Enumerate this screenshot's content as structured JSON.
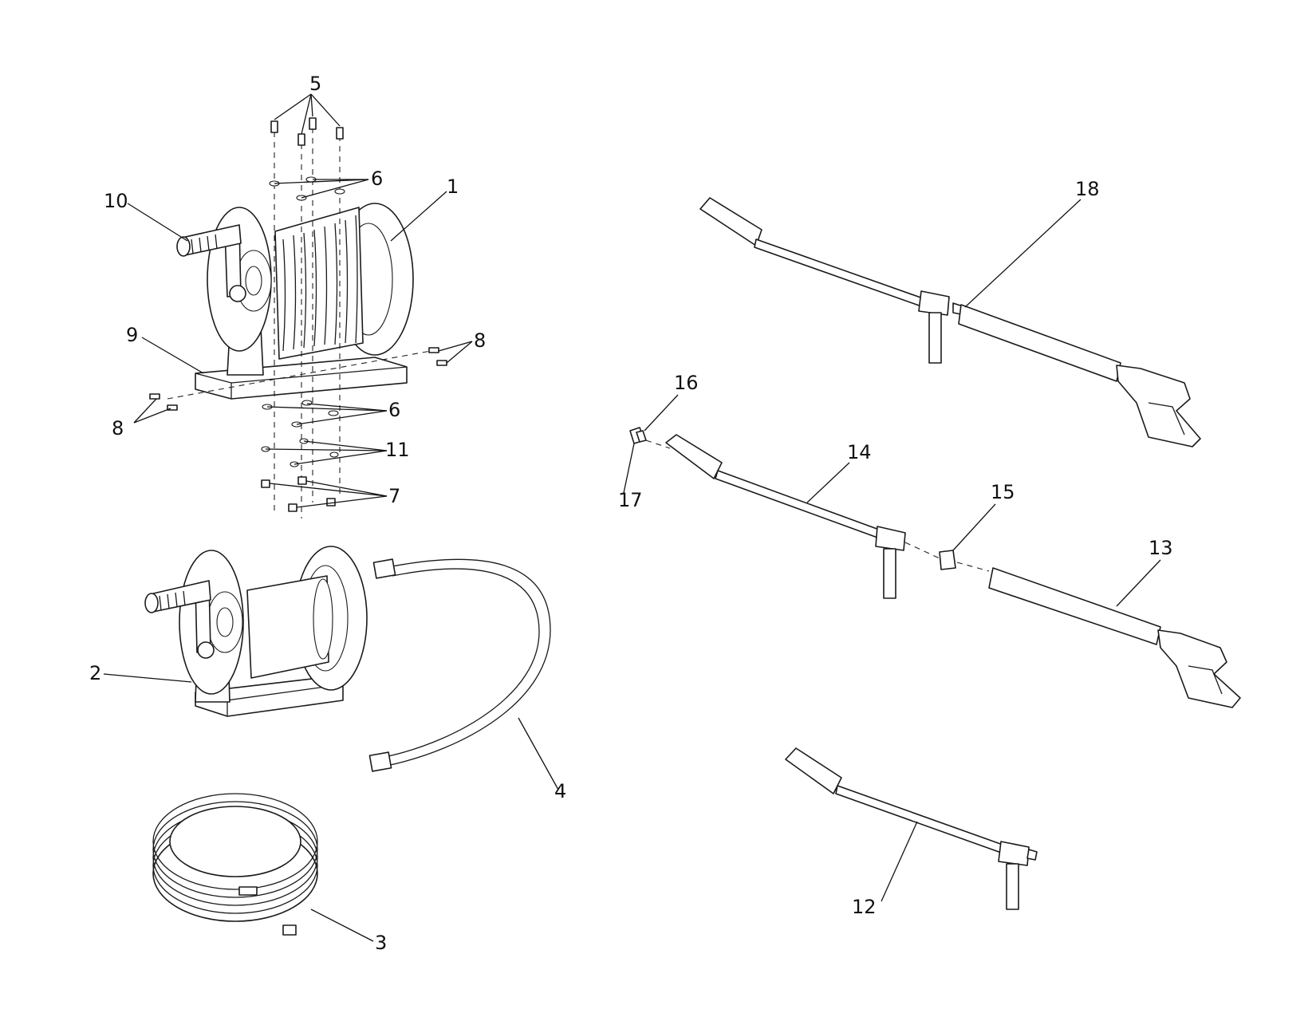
{
  "callouts": {
    "c1": "1",
    "c2": "2",
    "c3": "3",
    "c4": "4",
    "c5": "5",
    "c6a": "6",
    "c6b": "6",
    "c7": "7",
    "c8a": "8",
    "c8b": "8",
    "c9": "9",
    "c10": "10",
    "c11": "11",
    "c12": "12",
    "c13": "13",
    "c14": "14",
    "c15": "15",
    "c16": "16",
    "c17": "17",
    "c18": "18"
  }
}
